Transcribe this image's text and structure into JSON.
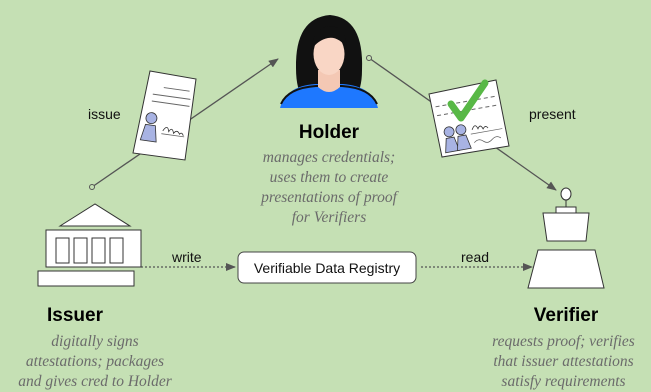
{
  "diagram": {
    "holder": {
      "title": "Holder",
      "description": [
        "manages credentials;",
        "uses them to create",
        "presentations of proof",
        "for Verifiers"
      ]
    },
    "issuer": {
      "title": "Issuer",
      "description": [
        "digitally signs",
        "attestations; packages",
        "and gives cred to Holder"
      ]
    },
    "verifier": {
      "title": "Verifier",
      "description": [
        "requests proof; verifies",
        "that issuer attestations",
        "satisfy requirements"
      ]
    },
    "registry": {
      "label": "Verifiable Data Registry"
    },
    "edges": {
      "issue": "issue",
      "present": "present",
      "write": "write",
      "read": "read"
    },
    "colors": {
      "background": "#c5e0b4",
      "holder_body": "#1e78ff",
      "checkmark": "#58b846",
      "person_icon": "#a8b3e3",
      "description_text": "#6b6b6b"
    }
  }
}
